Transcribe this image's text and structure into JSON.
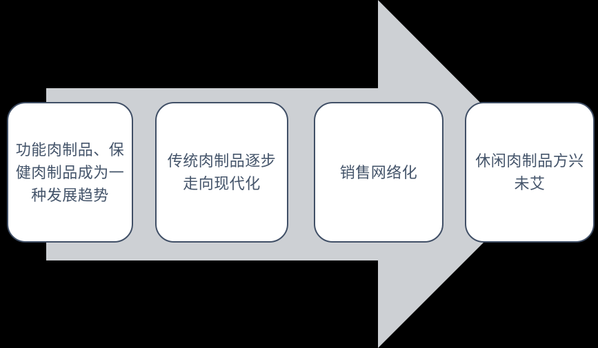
{
  "page": {
    "background_color": "#000000"
  },
  "arrow": {
    "direction": "right",
    "fill_color": "#cdd0d4"
  },
  "box_style": {
    "fill": "#ffffff",
    "border_color": "#404f66",
    "text_color": "#44546a"
  },
  "steps": [
    {
      "label": "功能肉制品、保健肉制品成为一种发展趋势",
      "display": "功能肉制品、保\n健肉制品成为一\n种发展趋势"
    },
    {
      "label": "传统肉制品逐步走向现代化",
      "display": "传统肉制品逐步\n走向现代化"
    },
    {
      "label": "销售网络化",
      "display": "销售网络化"
    },
    {
      "label": "休闲肉制品方兴未艾",
      "display": "休闲肉制品方兴\n未艾"
    }
  ]
}
